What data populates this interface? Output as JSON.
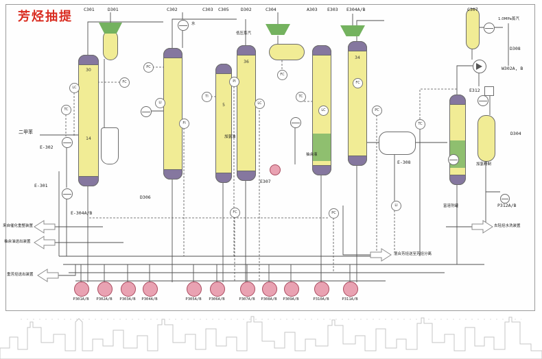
{
  "title": "芳烃抽提",
  "colors": {
    "title": "#d92b1f",
    "column_fill": "#f1ec95",
    "cap_fill": "#85779f",
    "hopper_fill": "#74b25f",
    "column_green": "#8fbf6f",
    "pump_fill": "#e9a2b2",
    "pump_stroke": "#a94a5e",
    "line": "#4f4f4f",
    "skyline": "#c6c6c6"
  },
  "top_labels": [
    "C301",
    "D301",
    "C302",
    "C303",
    "C305",
    "D302",
    "C304",
    "A303",
    "E303",
    "E304A/B",
    "C307"
  ],
  "pump_labels": [
    "P301A/B",
    "P302A/B",
    "P303A/B",
    "P304A/B",
    "P305A/B",
    "P306A/B",
    "P307A/B",
    "P308A/B",
    "P309A/B",
    "P310A/B",
    "P311A/B"
  ],
  "tray_numbers": [
    "30",
    "14",
    "5",
    "36",
    "34"
  ],
  "instruments": [
    "TC",
    "LC",
    "FC",
    "PC",
    "LI",
    "FI",
    "TI",
    "PI",
    "LC",
    "FC",
    "TC",
    "LC",
    "FC",
    "PC",
    "LI",
    "TC",
    "FC",
    "PC"
  ],
  "left_labels": {
    "xylene": "二甲苯",
    "e302": "E-302",
    "e301": "E-301",
    "e304": "E-304A/B",
    "arrow_feed": "来自催化重整装置",
    "arrow_raffinate": "抽余油送出装置",
    "arrow_heavy": "重芳烃送出装置"
  },
  "right_labels": {
    "steam": "1.0MPa蒸汽",
    "d308": "D308",
    "w302": "W302A, B",
    "e312": "E312",
    "d304": "D304",
    "hydrotreat": "加氢精制",
    "rich_solvent": "富溶剂罐",
    "p312": "P312A/B",
    "water_wash": "去轻烃水洗装置",
    "mixed_aromatics": "混合芳烃送至芳烃分离"
  },
  "mid_labels": {
    "water": "水",
    "lp_steam": "低压蒸汽",
    "hydro_oil": "加氢油",
    "raffinate": "抽余液",
    "d306": "D306",
    "e307": "E307",
    "e308": "E-308"
  }
}
